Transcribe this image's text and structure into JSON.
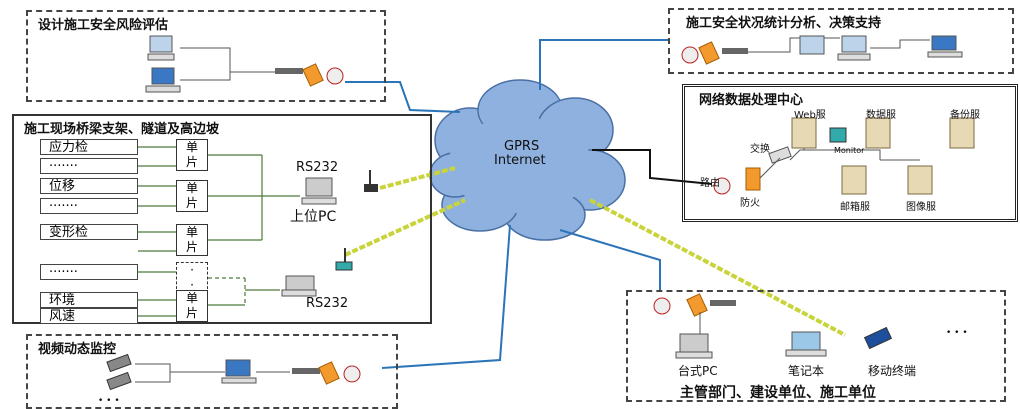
{
  "design": {
    "title": "设计施工安全风险评估"
  },
  "site": {
    "title": "施工现场桥梁支架、隧道及高边坡",
    "sensors": [
      "应力检",
      "·······",
      "位移",
      "·······",
      "变形检",
      "·······",
      "环境",
      "风速"
    ],
    "chips": [
      "单\n片",
      "单\n片",
      "单\n片",
      "·\n·",
      "单\n片"
    ],
    "rs232_top": "RS232",
    "upper_pc": "上位PC",
    "rs232_bottom": "RS232"
  },
  "video": {
    "title": "视频动态监控",
    "dots": "• • •"
  },
  "cloud": {
    "line1": "GPRS",
    "line2": "Internet"
  },
  "stats": {
    "title": "施工安全状况统计分析、决策支持"
  },
  "datacenter": {
    "title": "网络数据处理中心",
    "web": "Web服",
    "db": "数据服",
    "backup": "备份服",
    "switch": "交换",
    "monitor": "Monitor",
    "router": "路由",
    "firewall": "防火",
    "mail": "邮箱服",
    "image": "图像服"
  },
  "units": {
    "title": "主管部门、建设单位、施工单位",
    "desktop": "台式PC",
    "laptop": "笔记本",
    "mobile": "移动终端",
    "dots": "• • •"
  },
  "colors": {
    "cloud": "#8fb1df",
    "link": "#2b74b8",
    "wireless": "#c8d43a"
  }
}
